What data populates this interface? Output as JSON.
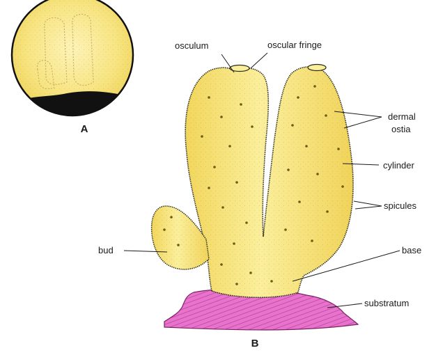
{
  "panels": {
    "a": "A",
    "b": "B"
  },
  "labels": {
    "osculum": "osculum",
    "oscular_fringe": "oscular fringe",
    "dermal": "dermal",
    "ostia": "ostia",
    "cylinder": "cylinder",
    "spicules": "spicules",
    "bud": "bud",
    "base": "base",
    "substratum": "substratum"
  },
  "colors": {
    "body": "#f6e07a",
    "body_light": "#fbf0b0",
    "substratum": "#e66fc9",
    "inset_shadow": "#111111"
  }
}
